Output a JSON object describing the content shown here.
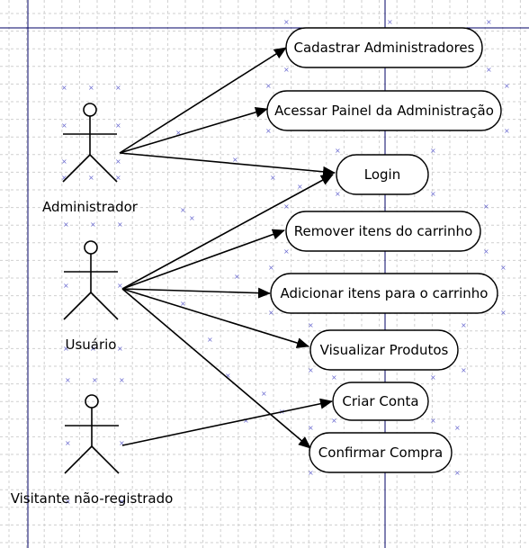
{
  "colors": {
    "grid": "#cfcfcf",
    "frame": "#000066",
    "stroke": "#000000",
    "fill": "#ffffff",
    "handle": "#6a6ad0"
  },
  "actors": [
    {
      "id": "admin",
      "label": "Administrador"
    },
    {
      "id": "user",
      "label": "Usuário"
    },
    {
      "id": "visitor",
      "label": "Visitante não-registrado"
    }
  ],
  "use_cases": [
    {
      "id": "uc1",
      "label": "Cadastrar Administradores"
    },
    {
      "id": "uc2",
      "label": "Acessar Painel da Administração"
    },
    {
      "id": "uc3",
      "label": "Login"
    },
    {
      "id": "uc4",
      "label": "Remover itens do carrinho"
    },
    {
      "id": "uc5",
      "label": "Adicionar itens para o carrinho"
    },
    {
      "id": "uc6",
      "label": "Visualizar Produtos"
    },
    {
      "id": "uc7",
      "label": "Criar Conta"
    },
    {
      "id": "uc8",
      "label": "Confirmar Compra"
    }
  ],
  "associations": [
    {
      "from": "admin",
      "to": "uc1"
    },
    {
      "from": "admin",
      "to": "uc2"
    },
    {
      "from": "admin",
      "to": "uc3"
    },
    {
      "from": "user",
      "to": "uc3"
    },
    {
      "from": "user",
      "to": "uc4"
    },
    {
      "from": "user",
      "to": "uc5"
    },
    {
      "from": "user",
      "to": "uc6"
    },
    {
      "from": "user",
      "to": "uc8"
    },
    {
      "from": "visitor",
      "to": "uc7"
    }
  ]
}
